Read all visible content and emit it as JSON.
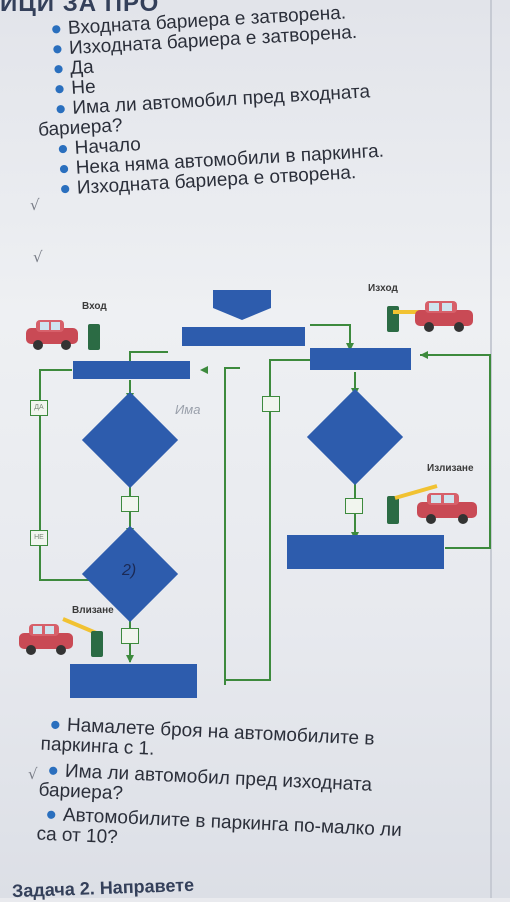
{
  "heading": "ИЦИ ЗА ПРО",
  "top_items": [
    {
      "text": "Входната бариера е затворена."
    },
    {
      "text": "Изходната бариера е затворена."
    },
    {
      "text": "Да"
    },
    {
      "text": "Не"
    },
    {
      "text": "Има ли автомобил пред входната"
    },
    {
      "text": "бариера?",
      "continuation": true
    },
    {
      "text": "Начало"
    },
    {
      "text": "Нека няма автомобили в паркинга."
    },
    {
      "text": "Изходната бариера е отворена."
    }
  ],
  "diagram": {
    "label_entry": "Вход",
    "label_exit": "Изход",
    "label_leaving": "Излизане",
    "label_entering": "Влизане",
    "handwriting_1": "Има",
    "handwriting_2": "2)",
    "colors": {
      "box": "#2d5cad",
      "line": "#3d8a3d",
      "car": "#c94a55",
      "gate": "#2b6b44"
    }
  },
  "bottom_items": [
    {
      "text": "Намалете броя на автомобилите в"
    },
    {
      "text": "паркинга с 1.",
      "continuation": true
    },
    {
      "text": "Има ли автомобил пред изходната"
    },
    {
      "text": "бариера?",
      "continuation": true
    },
    {
      "text": "Автомобилите в паркинга по-малко ли"
    },
    {
      "text": "са от 10?",
      "continuation": true
    }
  ],
  "task": "Задача 2. Направете"
}
